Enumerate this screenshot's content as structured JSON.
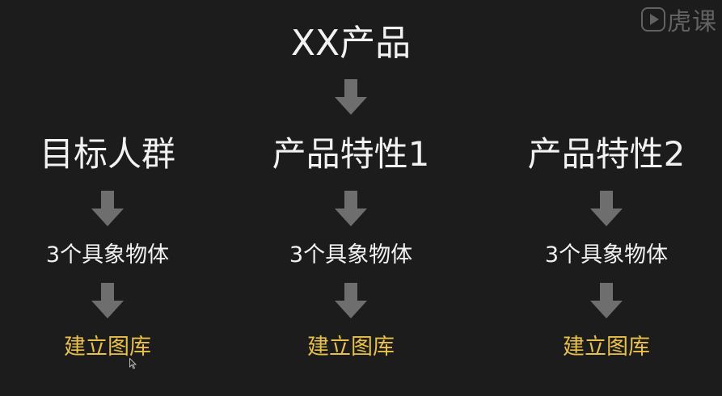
{
  "watermark": {
    "text": "虎课"
  },
  "root": {
    "title": "XX产品"
  },
  "branches": [
    {
      "category": "目标人群",
      "objects": "3个具象物体",
      "library": "建立图库"
    },
    {
      "category": "产品特性1",
      "objects": "3个具象物体",
      "library": "建立图库"
    },
    {
      "category": "产品特性2",
      "objects": "3个具象物体",
      "library": "建立图库"
    }
  ],
  "colors": {
    "background": "#1c1c1c",
    "text": "#f2f2f2",
    "accent": "#e8c04a",
    "arrow": "#6e6e6e"
  }
}
